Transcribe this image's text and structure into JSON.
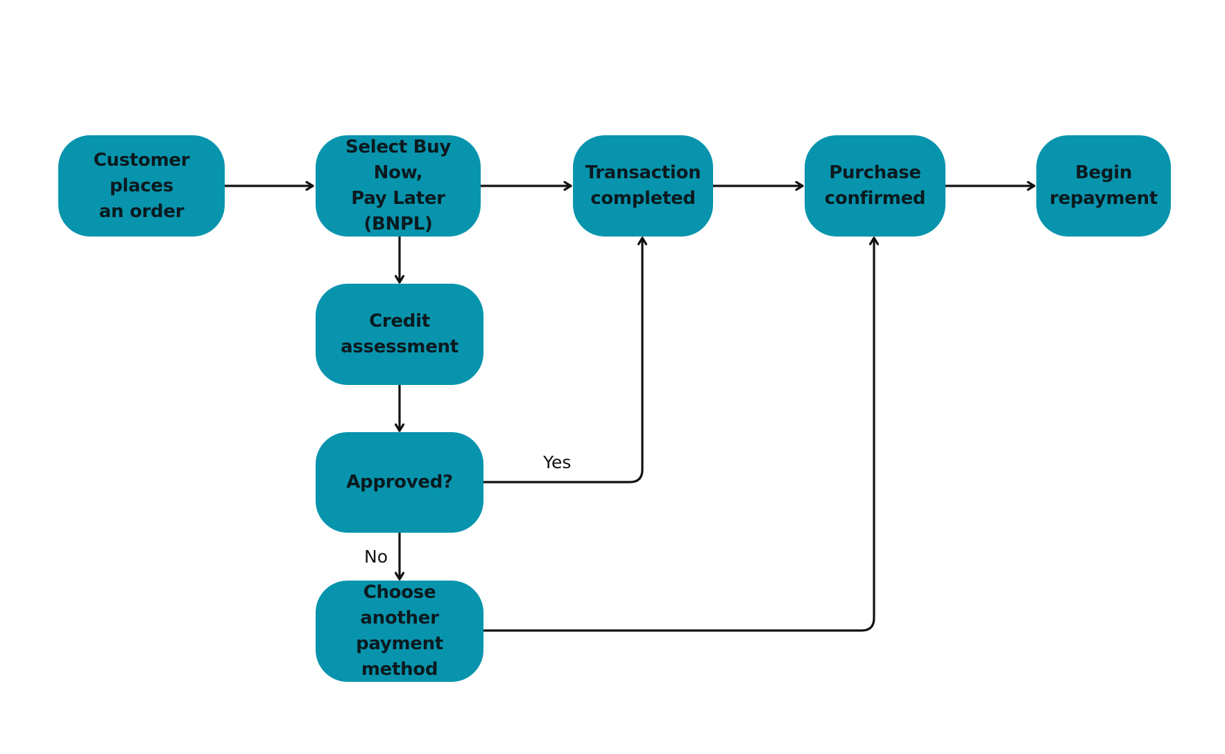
{
  "diagram": {
    "node_color": "#0894ad",
    "text_color": "#0b1a1f",
    "line_color": "#111111",
    "nodes": {
      "customer_places_order": "Customer places\nan order",
      "select_bnpl": "Select Buy Now,\nPay Later (BNPL)",
      "transaction_completed": "Transaction\ncompleted",
      "purchase_confirmed": "Purchase\nconfirmed",
      "begin_repayment": "Begin\nrepayment",
      "credit_assessment": "Credit\nassessment",
      "approved": "Approved?",
      "choose_another_payment": "Choose another\npayment method"
    },
    "edge_labels": {
      "yes": "Yes",
      "no": "No"
    },
    "edges": [
      {
        "from": "customer_places_order",
        "to": "select_bnpl"
      },
      {
        "from": "select_bnpl",
        "to": "transaction_completed"
      },
      {
        "from": "transaction_completed",
        "to": "purchase_confirmed"
      },
      {
        "from": "purchase_confirmed",
        "to": "begin_repayment"
      },
      {
        "from": "select_bnpl",
        "to": "credit_assessment"
      },
      {
        "from": "credit_assessment",
        "to": "approved"
      },
      {
        "from": "approved",
        "to": "transaction_completed",
        "label": "Yes"
      },
      {
        "from": "approved",
        "to": "choose_another_payment",
        "label": "No"
      },
      {
        "from": "choose_another_payment",
        "to": "purchase_confirmed"
      }
    ]
  }
}
